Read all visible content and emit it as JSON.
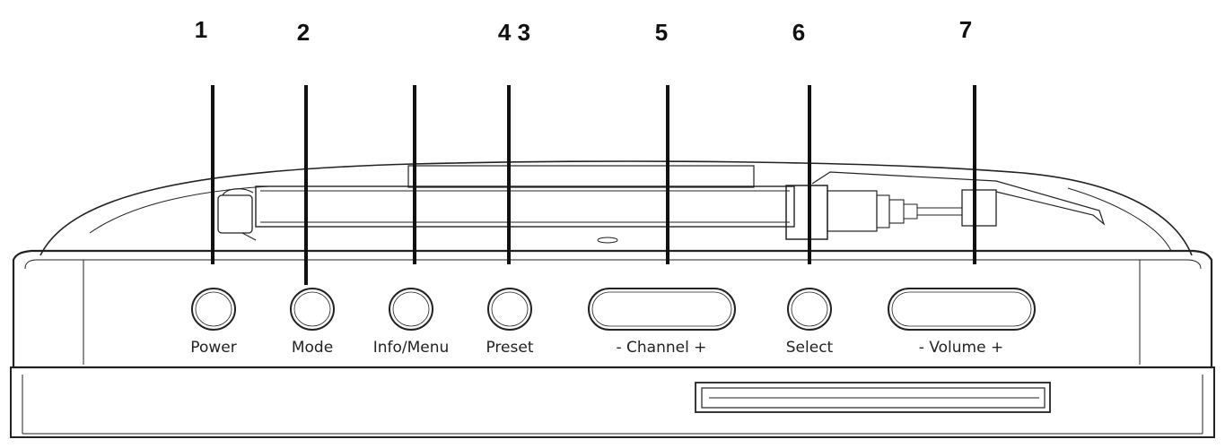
{
  "diagram": {
    "callouts": [
      {
        "id": "power",
        "number": "1"
      },
      {
        "id": "mode",
        "number": "2"
      },
      {
        "id": "preset-info",
        "number": "4 3"
      },
      {
        "id": "channel",
        "number": "5"
      },
      {
        "id": "select",
        "number": "6"
      },
      {
        "id": "volume",
        "number": "7"
      }
    ],
    "buttons": {
      "power": "Power",
      "mode": "Mode",
      "info_menu": "Info/Menu",
      "preset": "Preset",
      "channel": "- Channel +",
      "select": "Select",
      "volume": "- Volume +"
    },
    "colors": {
      "line": "#111111",
      "outline": "#222222",
      "background": "#ffffff"
    }
  }
}
